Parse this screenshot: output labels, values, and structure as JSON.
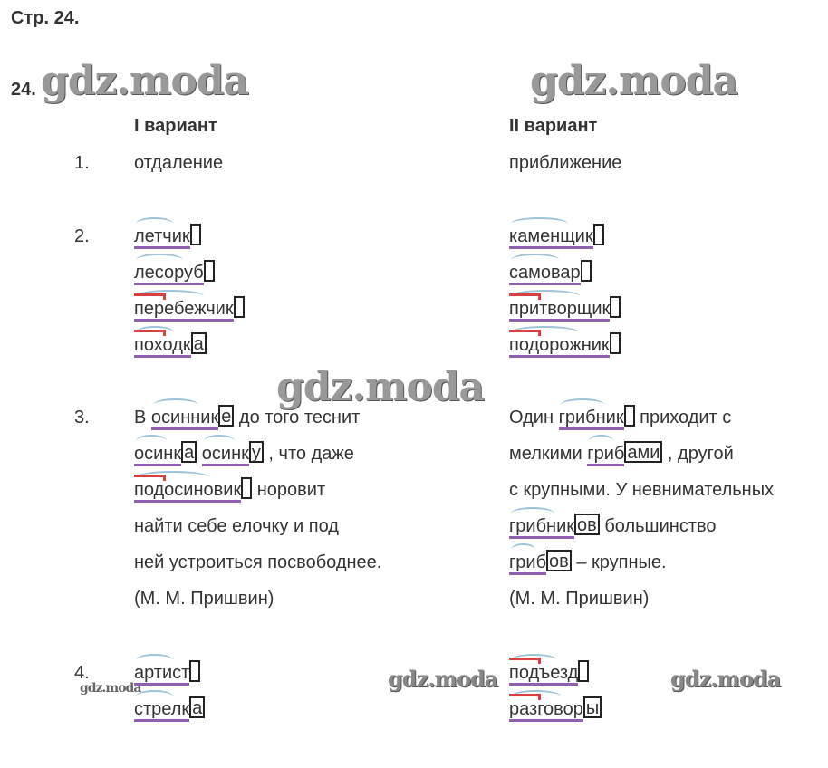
{
  "page_label": "Стр. 24.",
  "exercise_number": "24.",
  "watermark": "gdz.moda",
  "variants": [
    "I вариант",
    "II вариант"
  ],
  "task_numbers": [
    "1.",
    "2.",
    "3.",
    "4."
  ],
  "task1": [
    "отдаление",
    "приближение"
  ],
  "task2": [
    [
      {
        "stem": "летчик",
        "end": ""
      },
      {
        "stem": "лесоруб",
        "end": ""
      },
      {
        "stem": "перебежчик",
        "end": "",
        "pref": true
      },
      {
        "stem": "походк",
        "end": "а",
        "pref": true
      }
    ],
    [
      {
        "stem": "каменщик",
        "end": ""
      },
      {
        "stem": "самовар",
        "end": ""
      },
      {
        "stem": "притворщик",
        "end": "",
        "pref": true
      },
      {
        "stem": "подорожник",
        "end": "",
        "pref": true
      }
    ]
  ],
  "task3": [
    [
      [
        {
          "t": "В "
        },
        {
          "stem": "осинник",
          "end": "е"
        },
        {
          "t": " до того теснит"
        }
      ],
      [
        {
          "stem": "осинк",
          "end": "а"
        },
        {
          "t": " "
        },
        {
          "stem": "осинк",
          "end": "у"
        },
        {
          "t": " , что даже"
        }
      ],
      [
        {
          "stem": "подосиновик",
          "end": "",
          "pref": true
        },
        {
          "t": " норовит"
        }
      ],
      [
        {
          "t": "найти себе елочку и под"
        }
      ],
      [
        {
          "t": "ней устроиться посвободнее."
        }
      ],
      [
        {
          "t": "(М. М. Пришвин)"
        }
      ]
    ],
    [
      [
        {
          "t": "Один "
        },
        {
          "stem": "грибник",
          "end": ""
        },
        {
          "t": " приходит с"
        }
      ],
      [
        {
          "t": "мелкими "
        },
        {
          "stem": "гриб",
          "end": "ами"
        },
        {
          "t": " , другой"
        }
      ],
      [
        {
          "t": "с крупными. У невнимательных"
        }
      ],
      [
        {
          "stem": "грибник",
          "end": "ов"
        },
        {
          "t": " большинство"
        }
      ],
      [
        {
          "stem": "гриб",
          "end": "ов"
        },
        {
          "t": " – крупные."
        }
      ],
      [
        {
          "t": "(М. М. Пришвин)"
        }
      ]
    ]
  ],
  "task4": [
    [
      {
        "stem": "артист",
        "end": ""
      },
      {
        "stem": "стрелк",
        "end": "а"
      }
    ],
    [
      {
        "stem": "подъезд",
        "end": "",
        "pref": true
      },
      {
        "stem": "разговор",
        "end": "ы",
        "pref": true
      }
    ]
  ]
}
